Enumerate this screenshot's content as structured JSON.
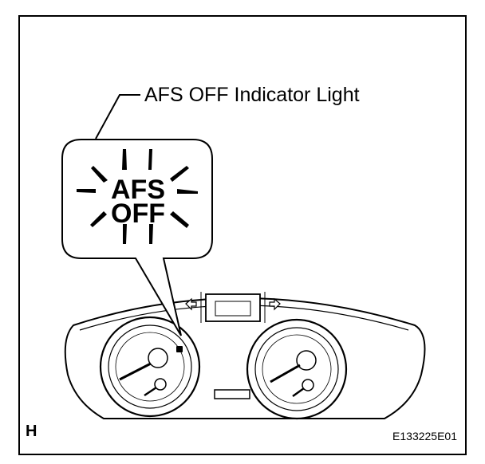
{
  "callout": {
    "label": "AFS OFF Indicator Light"
  },
  "indicator": {
    "line1": "AFS",
    "line2": "OFF"
  },
  "figure": {
    "view_letter": "H",
    "code": "E133225E01"
  },
  "colors": {
    "stroke": "#000000",
    "background": "#ffffff"
  }
}
